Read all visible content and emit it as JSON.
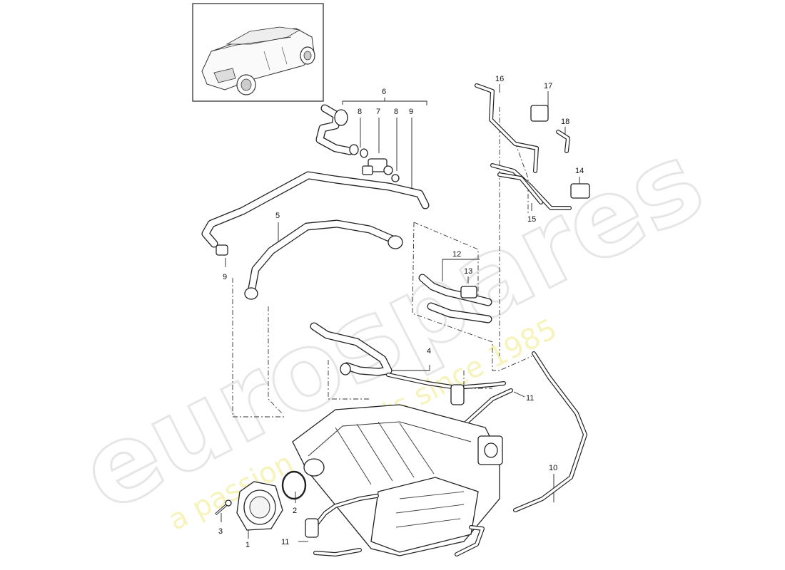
{
  "watermark": {
    "brand": "eurospares",
    "slogan": "a passion for parts since 1985"
  },
  "callouts": [
    {
      "id": "c1",
      "text": "1"
    },
    {
      "id": "c2",
      "text": "2"
    },
    {
      "id": "c3",
      "text": "3"
    },
    {
      "id": "c4",
      "text": "4"
    },
    {
      "id": "c5",
      "text": "5"
    },
    {
      "id": "c6",
      "text": "6"
    },
    {
      "id": "c7",
      "text": "7"
    },
    {
      "id": "c8a",
      "text": "8"
    },
    {
      "id": "c8b",
      "text": "8"
    },
    {
      "id": "c9a",
      "text": "9"
    },
    {
      "id": "c9b",
      "text": "9"
    },
    {
      "id": "c10",
      "text": "10"
    },
    {
      "id": "c11a",
      "text": "11"
    },
    {
      "id": "c11b",
      "text": "11"
    },
    {
      "id": "c12",
      "text": "12"
    },
    {
      "id": "c13",
      "text": "13"
    },
    {
      "id": "c14",
      "text": "14"
    },
    {
      "id": "c15",
      "text": "15"
    },
    {
      "id": "c16",
      "text": "16"
    },
    {
      "id": "c17",
      "text": "17"
    },
    {
      "id": "c18",
      "text": "18"
    }
  ]
}
